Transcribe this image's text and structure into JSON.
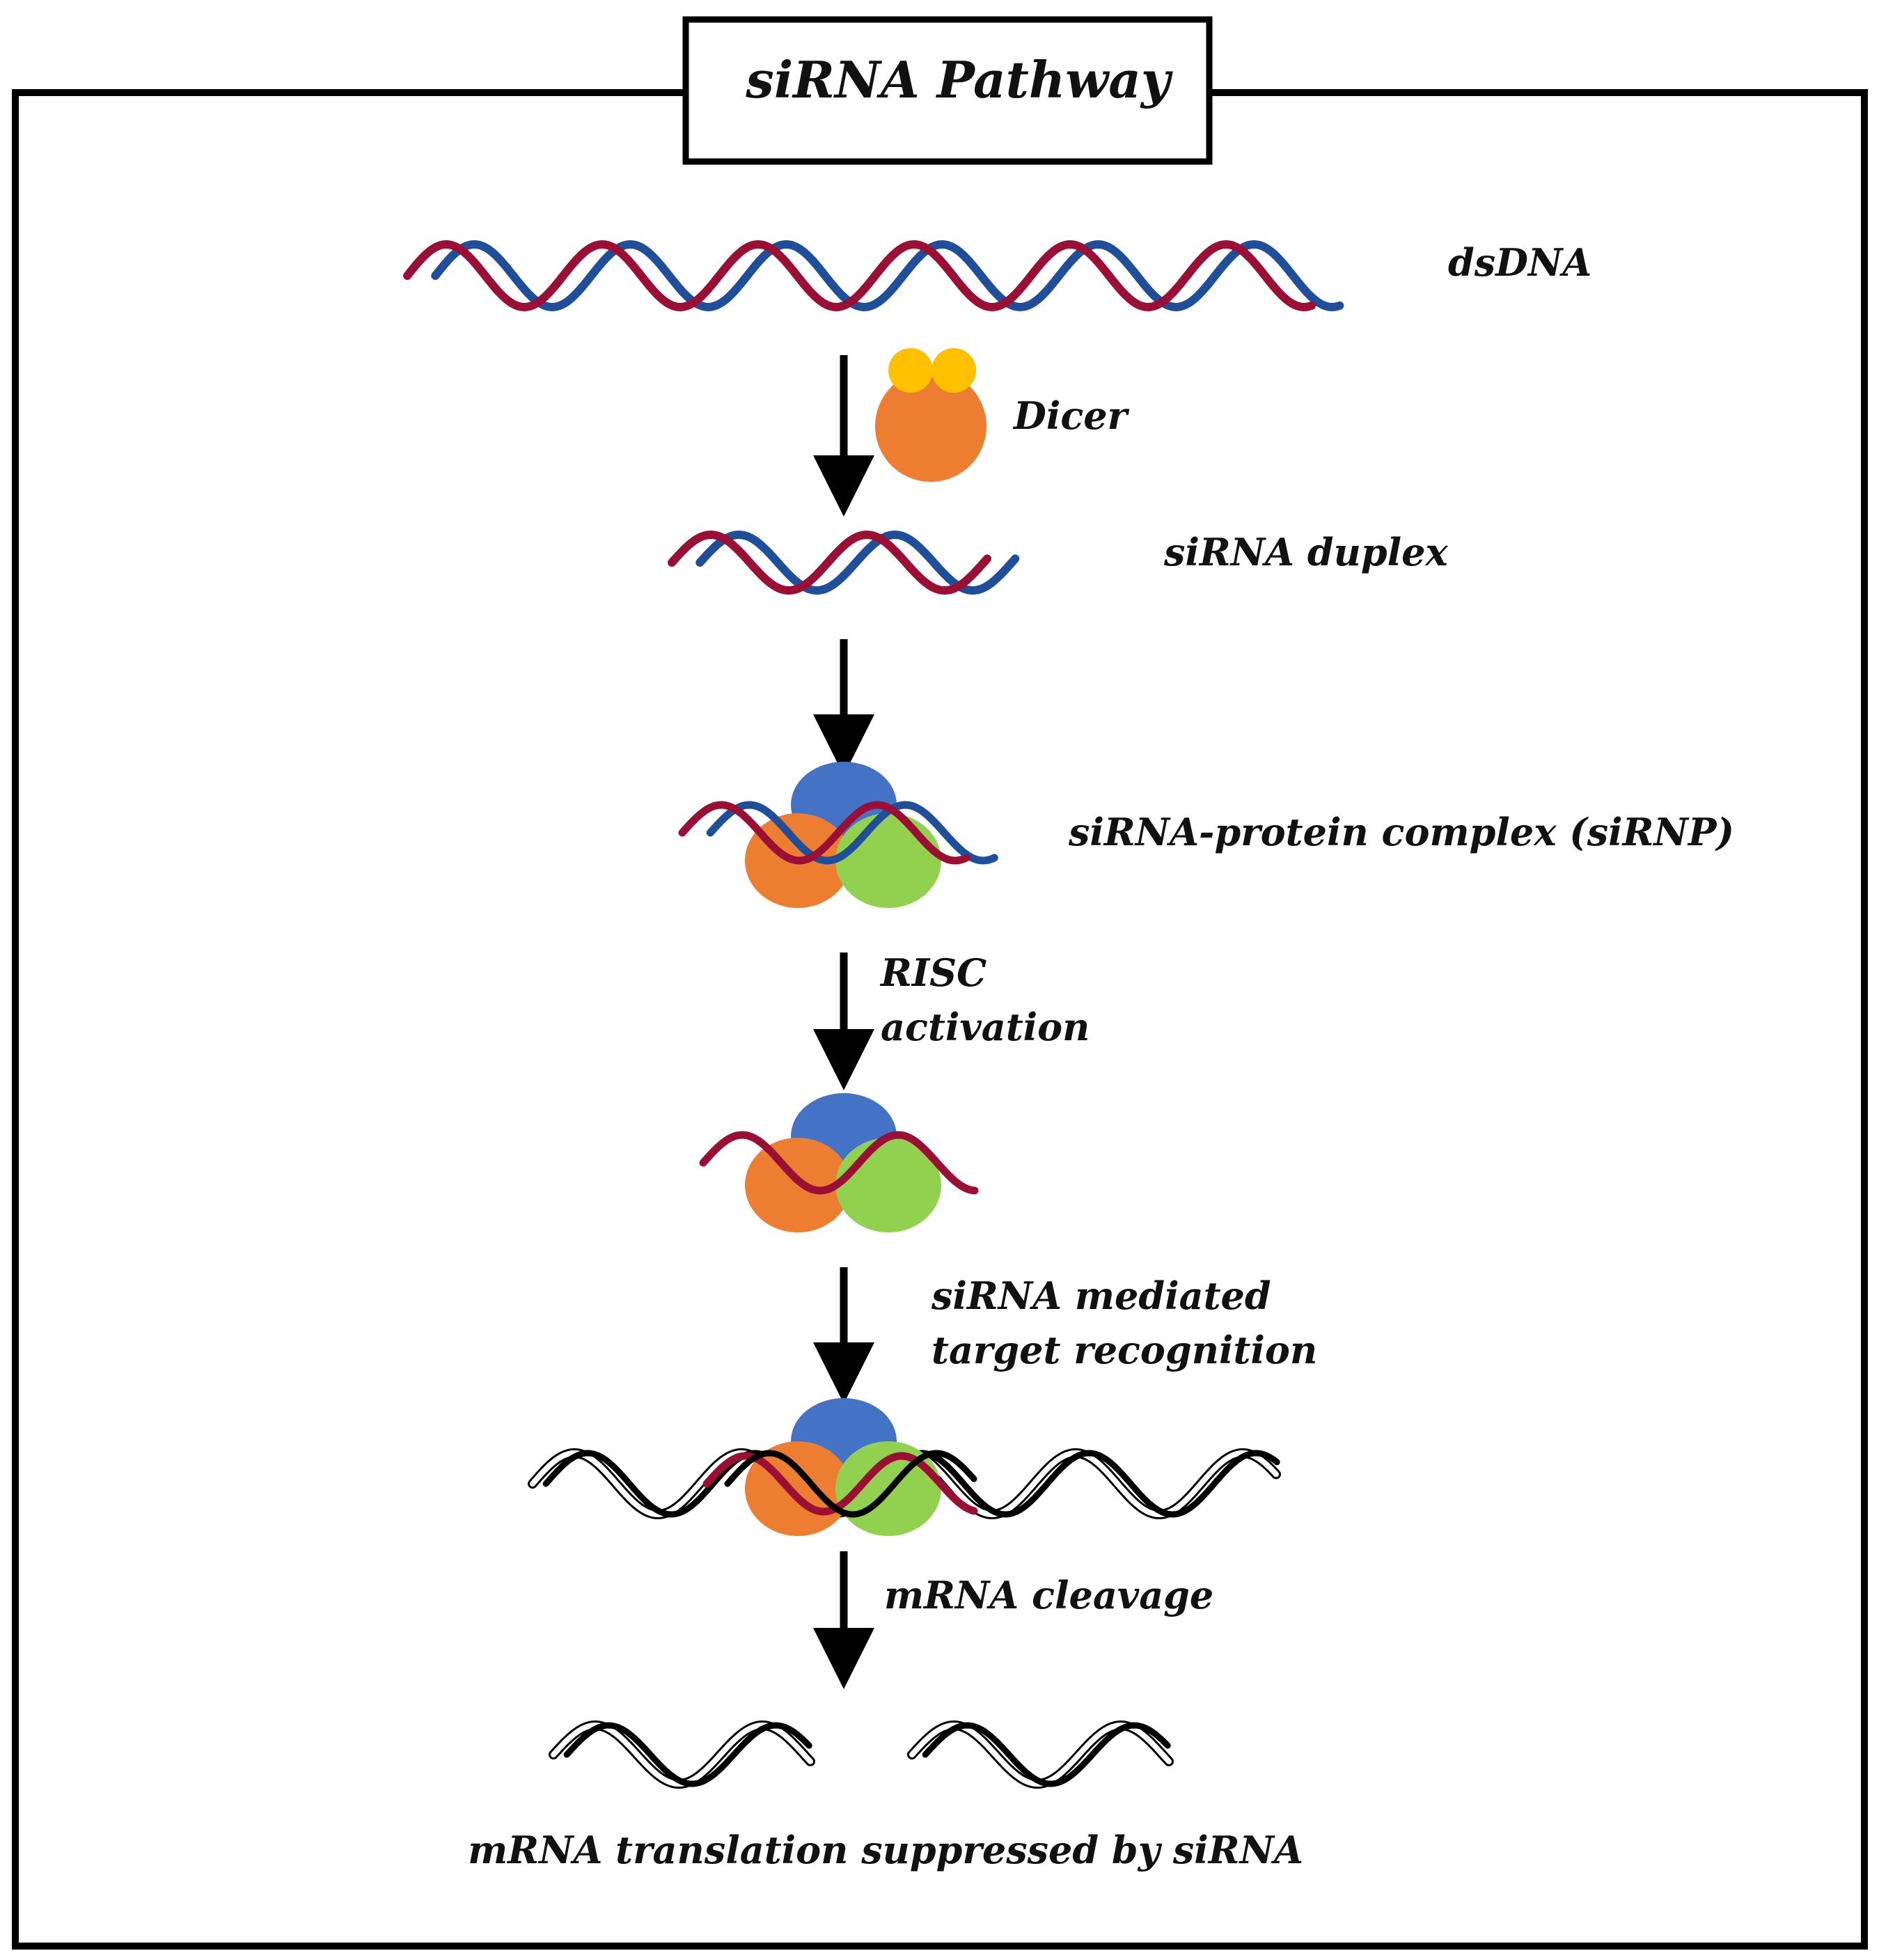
{
  "title": "siRNA Pathway",
  "steps": {
    "dsdna": "dsDNA",
    "dicer": "Dicer",
    "duplex": "siRNA duplex",
    "sirnp": "siRNA-protein complex (siRNP)",
    "risc_line1": "RISC",
    "risc_line2": "activation",
    "target_line1": "siRNA mediated",
    "target_line2": "target recognition",
    "cleavage": "mRNA cleavage",
    "result": "mRNA translation suppressed by siRNA"
  },
  "colors": {
    "frame": "#000000",
    "strand_red": "#9b0f35",
    "strand_blue": "#1f4e9a",
    "dicer_body": "#ed7d31",
    "dicer_lobes": "#ffc000",
    "protein_blue": "#4472c4",
    "protein_orange": "#ed7d31",
    "protein_green": "#92d050",
    "mrna": "#000000"
  },
  "icons": [
    "dna-helix-icon",
    "dicer-enzyme-icon",
    "down-arrow-icon",
    "protein-complex-icon",
    "mrna-strand-icon"
  ]
}
